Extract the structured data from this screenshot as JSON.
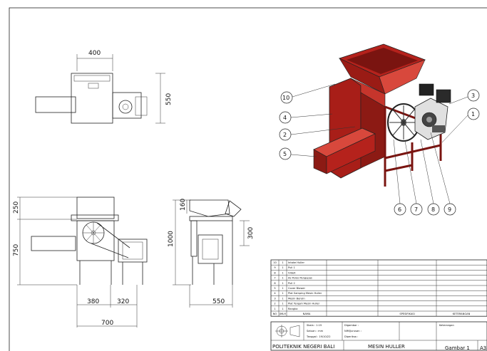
{
  "dimensions": {
    "top_width": "400",
    "top_height": "550",
    "front_top_height": "250",
    "front_overall_height": "750",
    "front_width_left": "380",
    "front_width_right": "320",
    "front_width_total": "700",
    "side_hopper_height": "160",
    "side_overall_height": "1000",
    "side_frame_height": "300",
    "side_width": "550"
  },
  "balloons": [
    "10",
    "4",
    "2",
    "5",
    "3",
    "1",
    "6",
    "7",
    "8",
    "9"
  ],
  "parts_list": [
    {
      "no": "10",
      "qty": "1",
      "name": "Intake Huller"
    },
    {
      "no": "9",
      "qty": "1",
      "name": "Puli 1"
    },
    {
      "no": "8",
      "qty": "1",
      "name": "V-Belt"
    },
    {
      "no": "7",
      "qty": "1",
      "name": "As Poros Pengupas"
    },
    {
      "no": "6",
      "qty": "1",
      "name": "Puli 2"
    },
    {
      "no": "5",
      "qty": "1",
      "name": "Cover Blower"
    },
    {
      "no": "4",
      "qty": "1",
      "name": "Plat Samping Mesin Huller"
    },
    {
      "no": "3",
      "qty": "1",
      "name": "Mesin Bensin"
    },
    {
      "no": "2",
      "qty": "1",
      "name": "Plat Tengah Mesin Huller"
    },
    {
      "no": "1",
      "qty": "1",
      "name": "Rangka"
    }
  ],
  "parts_header": {
    "no": "NO",
    "qty": "JMLH",
    "name": "NAMA",
    "spec": "SPESIFIKASI",
    "note": "KETERANGAN"
  },
  "title_block": {
    "skala": "Skala      : 1:15",
    "satuan": "Satuan  : mm",
    "tanggal": "Tanggal : 19/10/22",
    "digambar": "Digambar :",
    "nim": "NIM/Jurusan :",
    "diperiksa": "Diperiksa  :",
    "keterangan": "Keterangan",
    "institution": "POLITEKNIK NEGERI BALI",
    "drawing_title": "MESIN HULLER",
    "sheet": "Gambar 1",
    "size": "A3"
  },
  "colors": {
    "body_red": "#b5221c",
    "dark_red": "#7a1410",
    "light_red": "#d8483c",
    "line": "#222222"
  }
}
